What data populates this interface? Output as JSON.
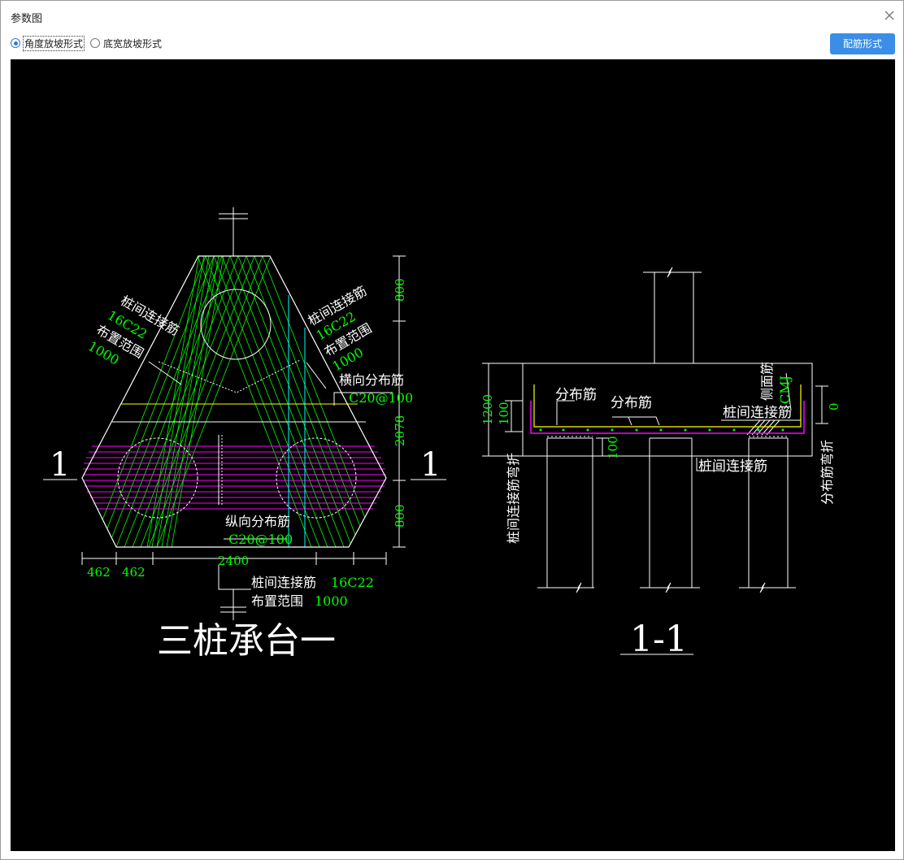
{
  "window": {
    "title": "参数图"
  },
  "options": {
    "angle_slope": "角度放坡形式",
    "width_slope": "底宽放坡形式",
    "selected": "angle_slope"
  },
  "toolbar": {
    "rebar_button": "配筋形式"
  },
  "colors": {
    "accent": "#3a8ee6",
    "cad_green": "#00ff00",
    "cad_magenta": "#ff00ff",
    "cad_yellow": "#ffff00",
    "cad_cyan": "#00ffff",
    "cad_white": "#ffffff"
  },
  "drawing_left": {
    "title": "三桩承台一",
    "section_mark": "1",
    "label_tl_rebar": "桩间连接筋",
    "label_tl_spec": "16C22",
    "label_tl_range": "布置范围",
    "label_tl_range_val": "1000",
    "label_tr_rebar": "桩间连接筋",
    "label_tr_spec": "16C22",
    "label_tr_range": "布置范围",
    "label_tr_range_val": "1000",
    "label_horiz_dist": "横向分布筋",
    "label_horiz_spec": "C20@100",
    "label_vert_dist": "纵向分布筋",
    "label_vert_spec": "C20@100",
    "label_bot_rebar": "桩间连接筋",
    "label_bot_spec": "16C22",
    "label_bot_range": "布置范围",
    "label_bot_range_val": "1000",
    "dim_top": "800",
    "dim_height": "2078",
    "dim_bottom": "800",
    "dim_left1": "462",
    "dim_left2": "462",
    "dim_width": "2400"
  },
  "drawing_right": {
    "title": "1-1",
    "label_dist1": "分布筋",
    "label_dist2": "分布筋",
    "label_side": "侧面筋",
    "label_side_spec": "CMJ",
    "label_pile_conn": "桩间连接筋",
    "label_pile_conn_bottom": "桩间连接筋",
    "label_pile_bend": "桩间连接筋弯折",
    "label_dist_bend": "分布筋弯折",
    "dim_1200": "1200",
    "dim_100a": "100",
    "dim_100b": "100",
    "dim_0": "0"
  }
}
